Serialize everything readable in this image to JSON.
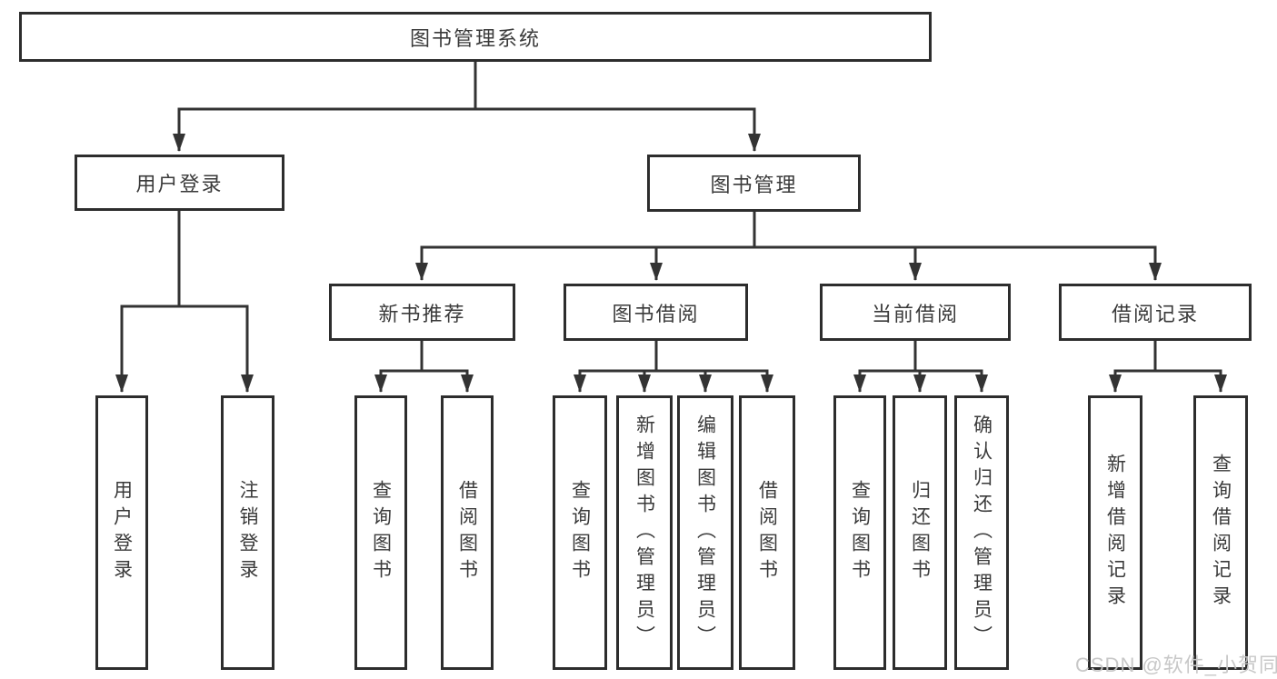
{
  "diagram": {
    "title_node": "图书管理系统",
    "branches": [
      {
        "label": "用户登录",
        "children": [
          {
            "label": "用户登录"
          },
          {
            "label": "注销登录"
          }
        ]
      },
      {
        "label": "图书管理",
        "children": [
          {
            "label": "新书推荐",
            "children": [
              {
                "label": "查询图书"
              },
              {
                "label": "借阅图书"
              }
            ]
          },
          {
            "label": "图书借阅",
            "children": [
              {
                "label": "查询图书"
              },
              {
                "label": "新增图书（管理员）"
              },
              {
                "label": "编辑图书（管理员）"
              },
              {
                "label": "借阅图书"
              }
            ]
          },
          {
            "label": "当前借阅",
            "children": [
              {
                "label": "查询图书"
              },
              {
                "label": "归还图书"
              },
              {
                "label": "确认归还（管理员）"
              }
            ]
          },
          {
            "label": "借阅记录",
            "children": [
              {
                "label": "新增借阅记录"
              },
              {
                "label": "查询借阅记录"
              }
            ]
          }
        ]
      }
    ]
  },
  "watermark": {
    "text": "CSDN @软件_小贺同学"
  },
  "colors": {
    "line": "#333333",
    "box_border": "#2d2d2d",
    "text": "#3a3a3a",
    "watermark": "#c5c5c5",
    "background": "#ffffff"
  }
}
